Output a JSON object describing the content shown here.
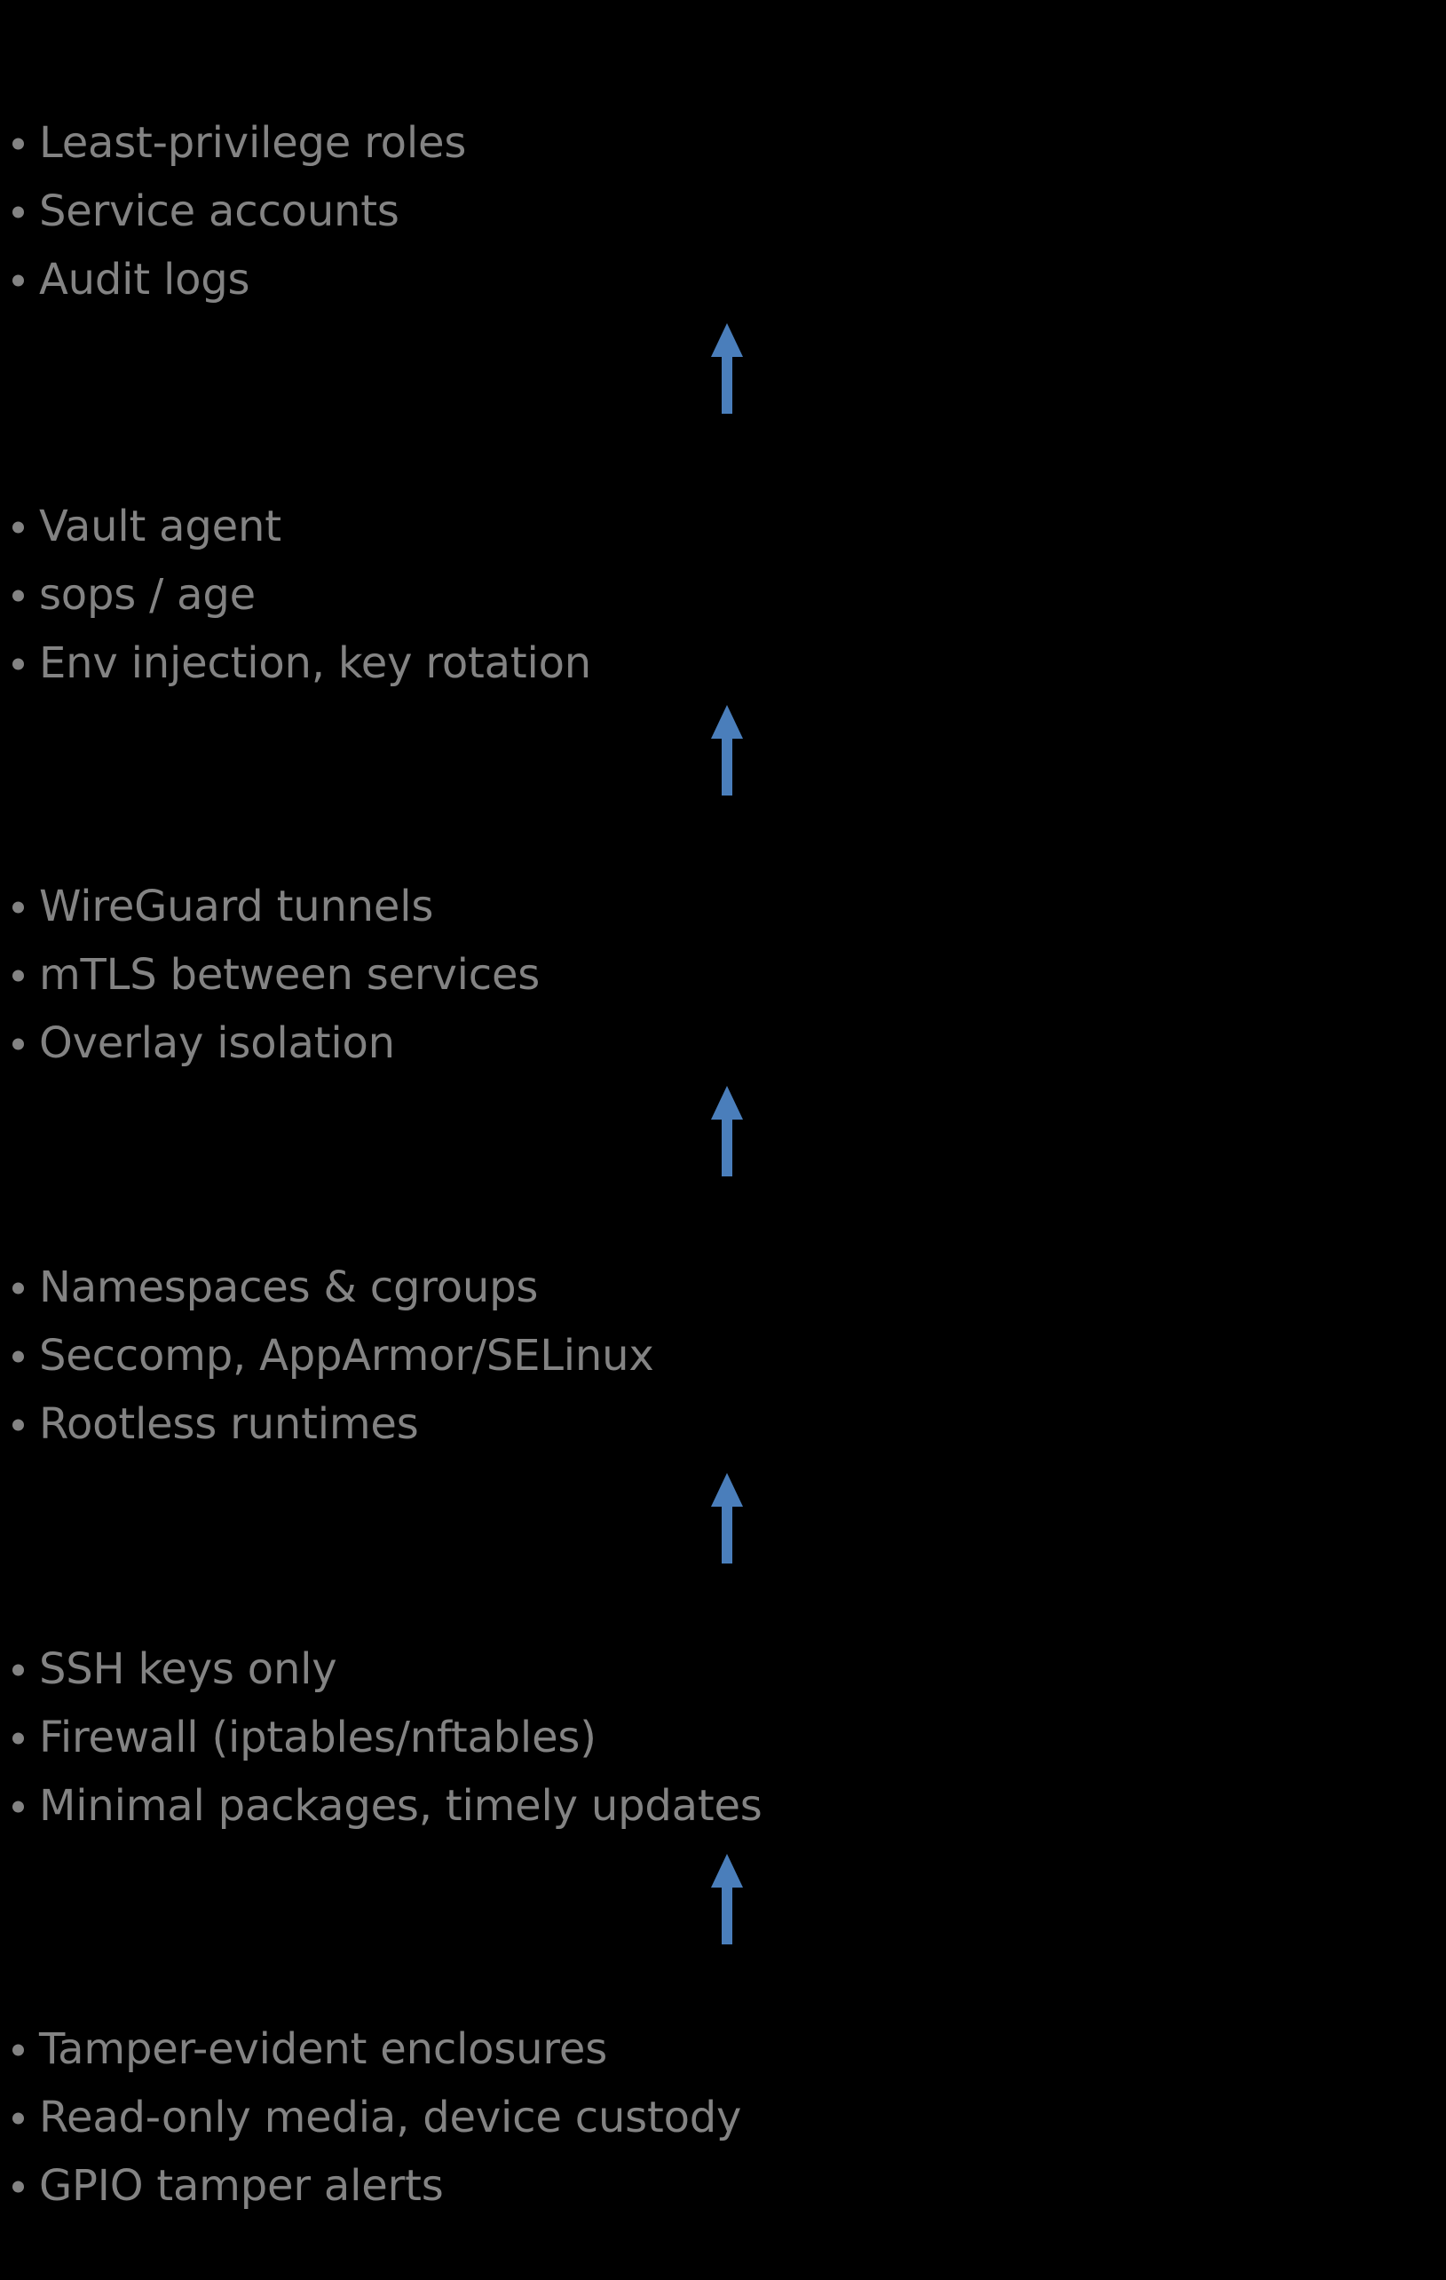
{
  "slide": {
    "background_color": "#000000",
    "text_color": "#838383",
    "arrow_color": "#4a7ebb",
    "bullet_glyph": "•"
  },
  "layers": [
    {
      "name": "identity-and-access",
      "items": [
        "Least-privilege roles",
        "Service accounts",
        "Audit logs"
      ]
    },
    {
      "name": "secrets-management",
      "items": [
        "Vault agent",
        "sops / age",
        "Env injection, key rotation"
      ]
    },
    {
      "name": "network-security",
      "items": [
        "WireGuard tunnels",
        "mTLS between services",
        "Overlay isolation"
      ]
    },
    {
      "name": "container-isolation",
      "items": [
        "Namespaces & cgroups",
        "Seccomp, AppArmor/SELinux",
        "Rootless runtimes"
      ]
    },
    {
      "name": "host-hardening",
      "items": [
        "SSH keys only",
        "Firewall (iptables/nftables)",
        "Minimal packages, timely updates"
      ]
    },
    {
      "name": "physical-security",
      "items": [
        "Tamper-evident enclosures",
        "Read-only media, device custody",
        "GPIO tamper alerts"
      ]
    }
  ],
  "arrows": [
    {
      "name": "arrow-up-1",
      "direction": "up"
    },
    {
      "name": "arrow-up-2",
      "direction": "up"
    },
    {
      "name": "arrow-up-3",
      "direction": "up"
    },
    {
      "name": "arrow-up-4",
      "direction": "up"
    },
    {
      "name": "arrow-up-5",
      "direction": "up"
    }
  ]
}
